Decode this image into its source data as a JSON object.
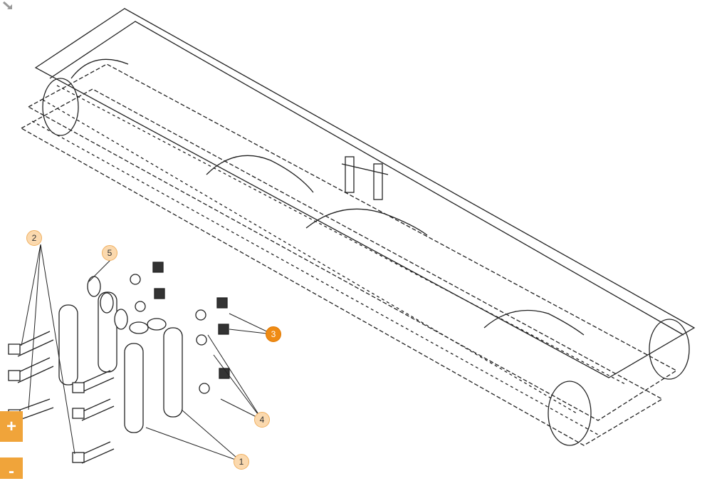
{
  "callouts": [
    {
      "label": "1",
      "active": false
    },
    {
      "label": "2",
      "active": false
    },
    {
      "label": "3",
      "active": true
    },
    {
      "label": "4",
      "active": false
    },
    {
      "label": "5",
      "active": false
    }
  ],
  "controls": {
    "zoom_in": "+",
    "zoom_out": "-"
  },
  "icons": {
    "expand": "arrow-down-right-icon"
  },
  "colors": {
    "accent": "#ef8b14",
    "callout_fill": "#fbd9ae",
    "button": "#f0a43a"
  }
}
